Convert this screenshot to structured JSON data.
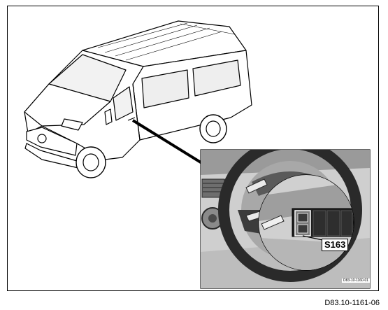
{
  "figure": {
    "component_label": "S163",
    "photo_ref": "D83-10-1160-01",
    "document_ref": "D83.10-1161-06"
  },
  "colors": {
    "line": "#000000",
    "photo_light": "#e6e6e6",
    "photo_mid": "#9a9a9a",
    "photo_dark": "#2a2a2a",
    "highlight": "#ffffff"
  }
}
